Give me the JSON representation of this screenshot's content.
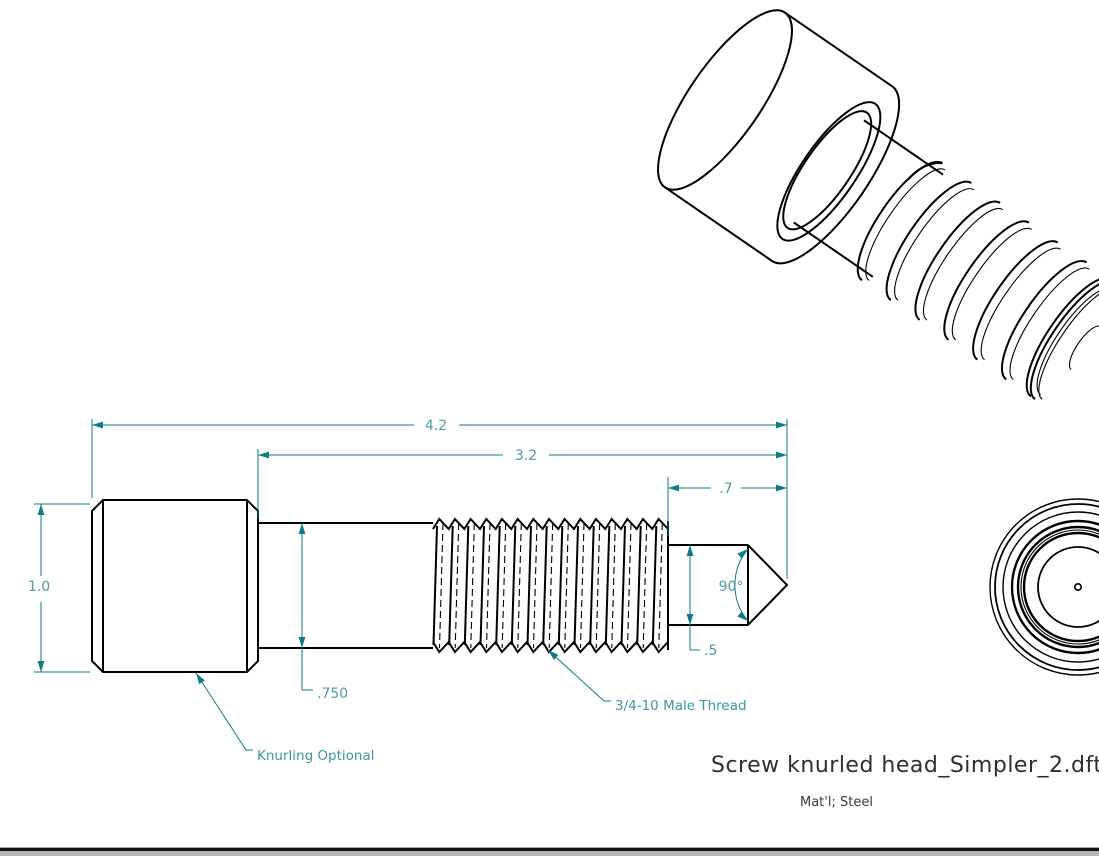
{
  "drawing": {
    "title": "Screw knurled head_Simpler_2.dft",
    "material": "Mat'l; Steel",
    "dimensions": {
      "overall_length": "4.2",
      "mid_length": "3.2",
      "tip_length": ".7",
      "head_diameter": "1.0",
      "shank_diameter": ".750",
      "tip_diameter": ".5",
      "tip_angle": "90°"
    },
    "annotations": {
      "knurling": "Knurling Optional",
      "thread_spec": "3/4-10 Male Thread"
    },
    "colors": {
      "geometry_line": "#000000",
      "dimension_line": "#0f7b86",
      "dimension_text": "#4f9aa6",
      "title_text": "#2e2e2e",
      "window_border": "#141414",
      "taskbar_gray": "#b7b7b7"
    }
  }
}
